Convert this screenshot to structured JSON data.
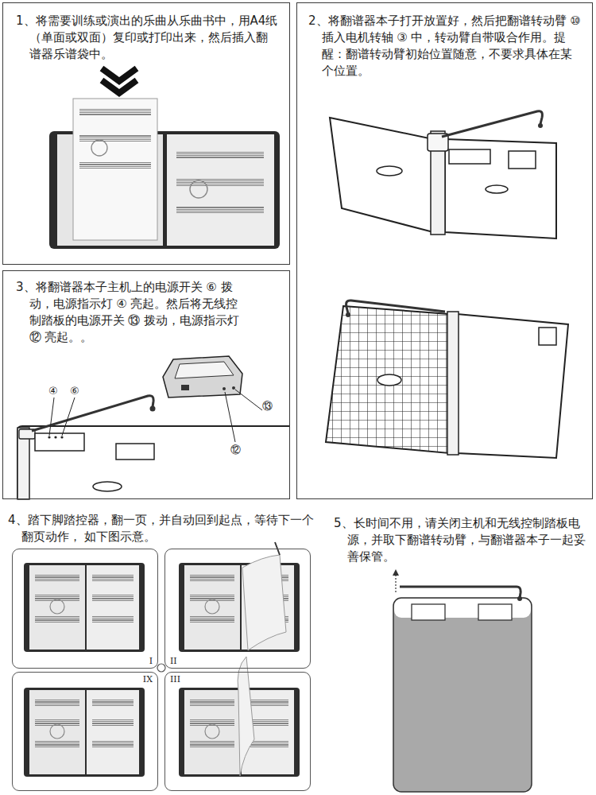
{
  "diagram": {
    "nodes": [
      {
        "text": [
          "1、将需要训练或演出的乐曲从乐曲书中，用A4纸（单面或双面）复印或打印出来，然后插入翻谱器乐谱袋中。"
        ]
      },
      {
        "text": [
          "2、将翻谱器本子打开放置好，然后把翻谱转动臂 ⑩ 插入电机转轴 ③ 中，转动臂自带吸合作用。提醒：翻谱转动臂初始位置随意，不要求具体在某个位置。"
        ]
      },
      {
        "text": [
          "3、将翻谱器本子主机上的电源开关 ⑥ 拨动，电源指示灯 ④ 亮起。然后将无线控制踏板的电源开关 ⑬ 拨动，电源指示灯 ⑫ 亮起。。"
        ]
      },
      {
        "text": [
          "I"
        ]
      },
      {
        "text": [
          "II"
        ]
      },
      {
        "text": [
          "IX"
        ]
      },
      {
        "text": [
          "III"
        ]
      }
    ],
    "labels": [
      "④",
      "⑥",
      "⑫",
      "⑬",
      "4、踏下脚踏控器，翻一页，并自动回到起点，等待下一个翻页动作， 如下图示意。",
      "5、长时间不用，请关闭主机和无线控制踏板电源，并取下翻谱转动臂，与翻谱器本子一起妥善保管。"
    ]
  }
}
